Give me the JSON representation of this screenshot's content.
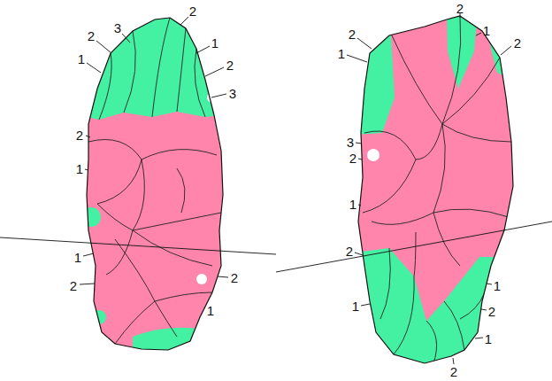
{
  "diagram": {
    "labels": [
      "2",
      "3",
      "2",
      "1",
      "1",
      "2",
      "3",
      "2",
      "1",
      "1",
      "2",
      "2",
      "1",
      "2",
      "1",
      "2",
      "2",
      "1",
      "3",
      "2",
      "1",
      "2",
      "1",
      "1",
      "2",
      "1",
      "2"
    ]
  }
}
